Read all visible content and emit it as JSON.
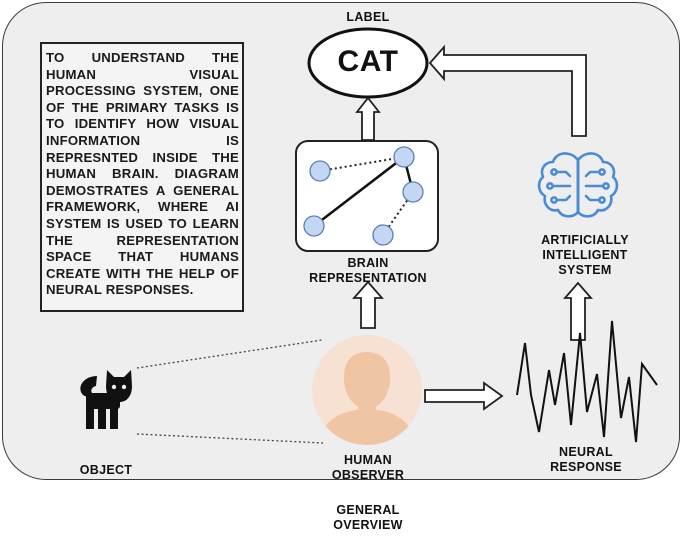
{
  "description_text": "TO UNDERSTAND THE HUMAN VISUAL PROCESSING SYSTEM, ONE OF THE PRIMARY TASKS IS TO IDENTIFY HOW VISUAL INFORMATION IS REPRESNTED INSIDE THE HUMAN BRAIN. DIAGRAM DEMOSTRATES A GENERAL FRAMEWORK, WHERE AI SYSTEM IS USED TO LEARN THE REPRESENTATION SPACE THAT HUMANS CREATE WITH THE HELP OF NEURAL RESPONSES.",
  "label_heading": "LABEL",
  "label_value": "CAT",
  "brain_representation_label": [
    "BRAIN",
    "REPRESENTATION"
  ],
  "ai_system_label": [
    "ARTIFICIALLY",
    "INTELLIGENT",
    "SYSTEM"
  ],
  "object_label": "OBJECT",
  "human_observer_label": [
    "HUMAN",
    "OBSERVER"
  ],
  "neural_response_label": [
    "NEURAL",
    "RESPONSE"
  ],
  "caption": [
    "GENERAL",
    "OVERVIEW"
  ],
  "icons": {
    "object": "cat-icon",
    "observer": "person-avatar-icon",
    "ai_system": "brain-circuit-icon",
    "neural_signal": "waveform-icon"
  },
  "colors": {
    "panel_bg": "#eeeeee",
    "node_fill": "#c3d7f2",
    "node_stroke": "#5b7fb5",
    "ai_icon": "#4a8bd6",
    "avatar_bg": "#f6e1d3",
    "avatar_face": "#f0c5a3"
  }
}
